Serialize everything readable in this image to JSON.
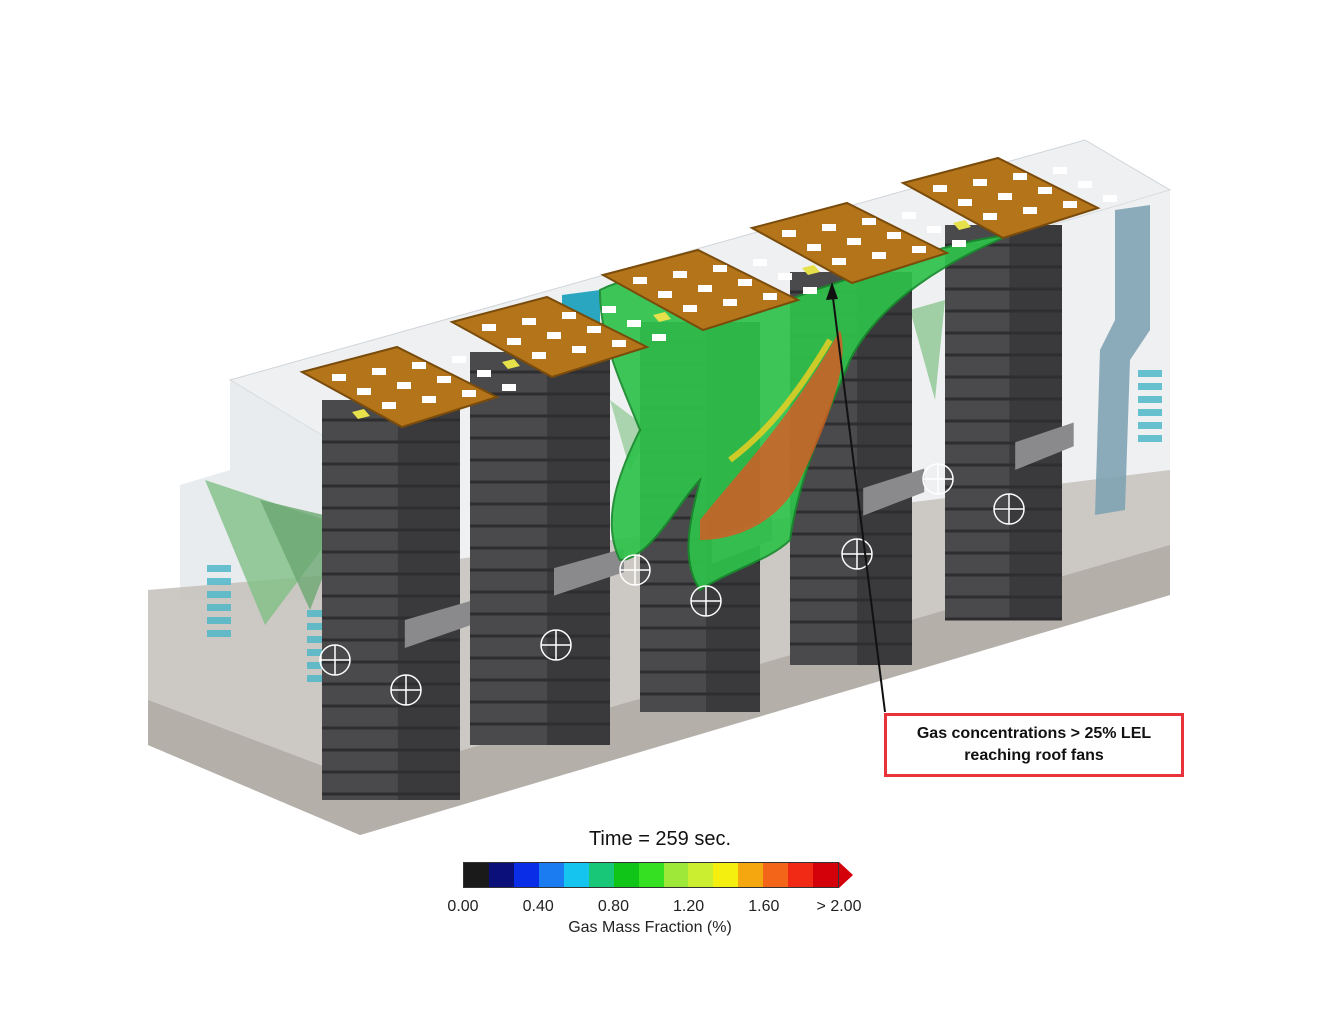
{
  "annotation": {
    "line1": "Gas concentrations > 25% LEL",
    "line2": "reaching roof fans"
  },
  "time_label": "Time = 259 sec.",
  "colorbar": {
    "title": "Gas Mass Fraction (%)",
    "ticks": [
      "0.00",
      "0.40",
      "0.80",
      "1.20",
      "1.60",
      "> 2.00"
    ],
    "range": [
      0,
      2.0
    ],
    "colors": [
      "#1a1a1a",
      "#0a0f7a",
      "#0a2ee8",
      "#1a7cf0",
      "#16c4f0",
      "#19c779",
      "#10c418",
      "#35e022",
      "#9ee83a",
      "#ccee30",
      "#f5ef10",
      "#f5a70f",
      "#f3661a",
      "#f02a14",
      "#d4000a"
    ]
  },
  "colors": {
    "column": "#4a4a4c",
    "roof_grid": "#b4741a",
    "plume": "#2ec24a",
    "duct": "#7fa3b4",
    "callout_border": "#e8333a"
  }
}
